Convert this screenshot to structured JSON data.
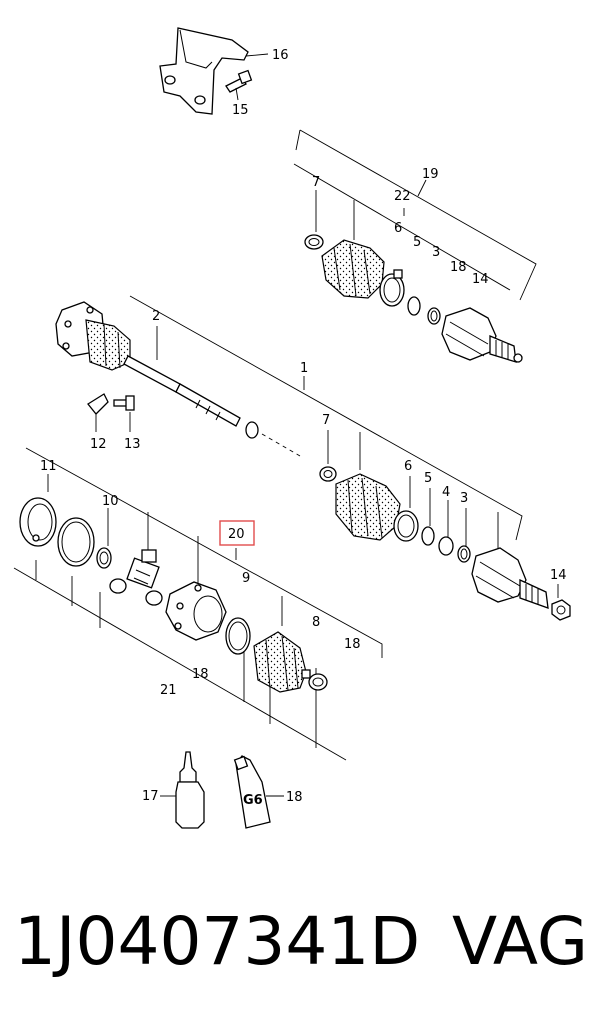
{
  "diagram": {
    "callouts": {
      "c16": "16",
      "c15": "15",
      "c19": "19",
      "c22": "22",
      "c7a": "7",
      "c6a": "6",
      "c5a": "5",
      "c3a": "3",
      "c18a": "18",
      "c14a": "14",
      "c2": "2",
      "c1": "1",
      "c12": "12",
      "c13": "13",
      "c7b": "7",
      "c6b": "6",
      "c5b": "5",
      "c4": "4",
      "c3b": "3",
      "c14b": "14",
      "c11": "11",
      "c10": "10",
      "c20": "20",
      "c9": "9",
      "c8": "8",
      "c18b": "18",
      "c18c": "18",
      "c21": "21",
      "c17": "17",
      "c18d": "18"
    },
    "highlighted_callout": "20",
    "highlight_color": "#e24c4c",
    "tube_label": "G6"
  },
  "footer": {
    "part_number": "1J0407341D",
    "brand": "VAG"
  }
}
